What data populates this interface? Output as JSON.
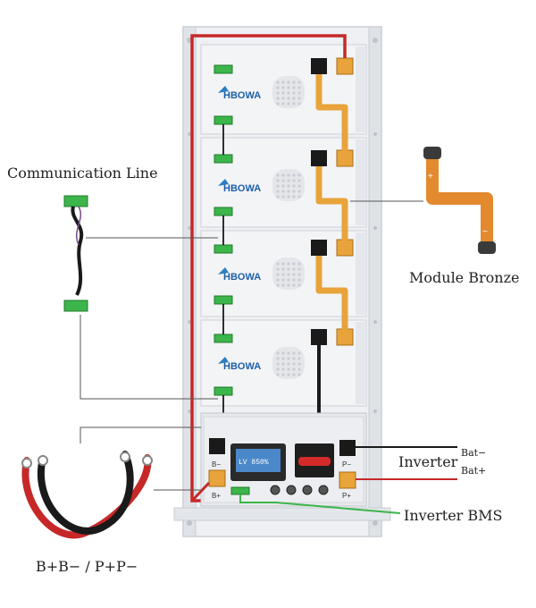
{
  "labels": {
    "communication_line": "Communication Line",
    "module_bronze": "Module Bronze",
    "power_cables": "B+B− / P+P−",
    "inverter": "Inverter",
    "inverter_bat_neg": "Bat−",
    "inverter_bat_pos": "Bat+",
    "inverter_bms": "Inverter BMS"
  },
  "modules": [
    {
      "brand": "HBOWA"
    },
    {
      "brand": "HBOWA"
    },
    {
      "brand": "HBOWA"
    },
    {
      "brand": "HBOWA"
    }
  ],
  "control_box": {
    "lcd_reading": "LV 850%",
    "neg_terminal": "B−",
    "pos_terminal_b": "B+",
    "neg_terminal_p": "P−",
    "pos_terminal_p": "P+"
  },
  "colors": {
    "cable_red": "#c62828",
    "cable_black": "#1a1a1a",
    "busbar_orange": "#e8a33a",
    "terminal_green": "#3cb54a",
    "rack_gray": "#e9ebee",
    "lcd_blue": "#4b88c9"
  }
}
